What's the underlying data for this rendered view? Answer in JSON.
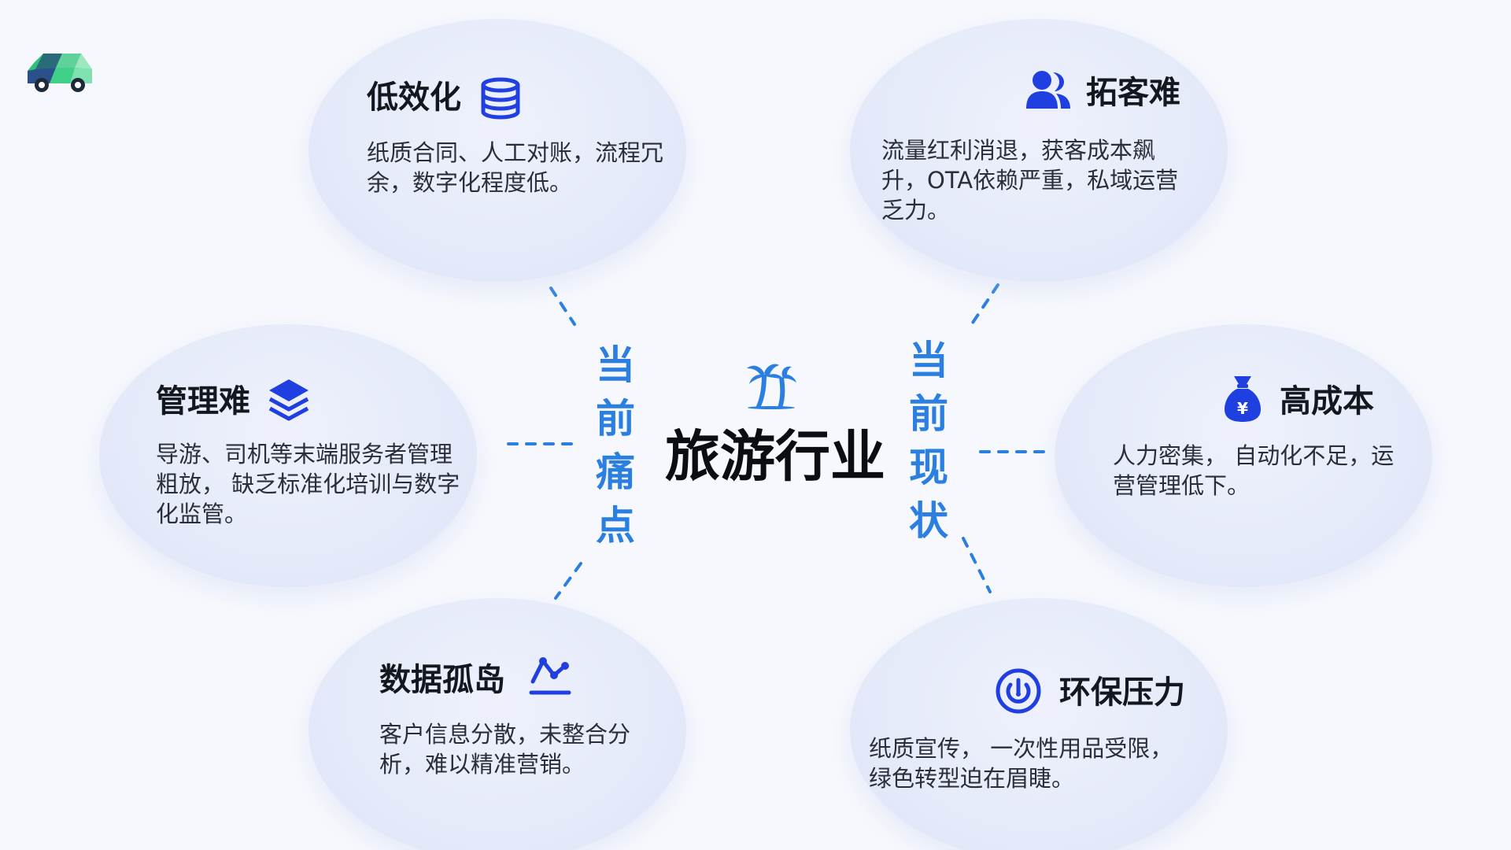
{
  "center": {
    "title": "旅游行业",
    "left_label": "当前痛点",
    "right_label": "当前现状"
  },
  "cards": {
    "low_efficiency": {
      "title": "低效化",
      "body": "纸质合同、人工对账，流程冗余，数字化程度低。",
      "icon": "database-icon"
    },
    "management": {
      "title": "管理难",
      "body": "导游、司机等末端服务者管理粗放， 缺乏标准化培训与数字化监管。",
      "icon": "layers-icon"
    },
    "data_island": {
      "title": "数据孤岛",
      "body": "客户信息分散，未整合分析，难以精准营销。",
      "icon": "line-chart-icon"
    },
    "customer_acquisition": {
      "title": "拓客难",
      "body": "流量红利消退，获客成本飙升，OTA依赖严重，私域运营乏力。",
      "icon": "users-icon"
    },
    "high_cost": {
      "title": "高成本",
      "body": "人力密集， 自动化不足，运营管理低下。",
      "icon": "money-bag-icon"
    },
    "environment": {
      "title": "环保压力",
      "body": "纸质宣传， 一次性用品受限， 绿色转型迫在眉睫。",
      "icon": "power-gauge-icon"
    }
  },
  "colors": {
    "accent_blue": "#2a7fe0",
    "icon_blue": "#1f3fe0",
    "title_dark": "#15171f"
  }
}
